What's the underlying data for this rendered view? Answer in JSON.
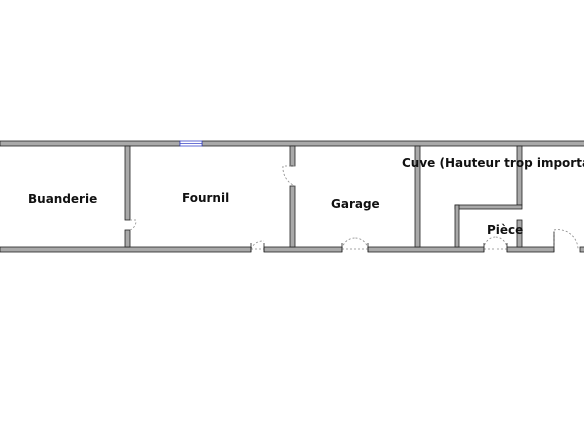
{
  "rooms": [
    {
      "id": "buanderie",
      "label": "Buanderie"
    },
    {
      "id": "fournil",
      "label": "Fournil"
    },
    {
      "id": "garage",
      "label": "Garage"
    },
    {
      "id": "cuve",
      "label": "Cuve (Hauteur trop importante)"
    },
    {
      "id": "piece",
      "label": "Pièce"
    }
  ],
  "colors": {
    "wall_fill": "#a9a9a9",
    "wall_stroke": "#222222",
    "window": "#3a45c8",
    "door_swing": "#888888",
    "label": "#111111",
    "background": "#ffffff"
  }
}
